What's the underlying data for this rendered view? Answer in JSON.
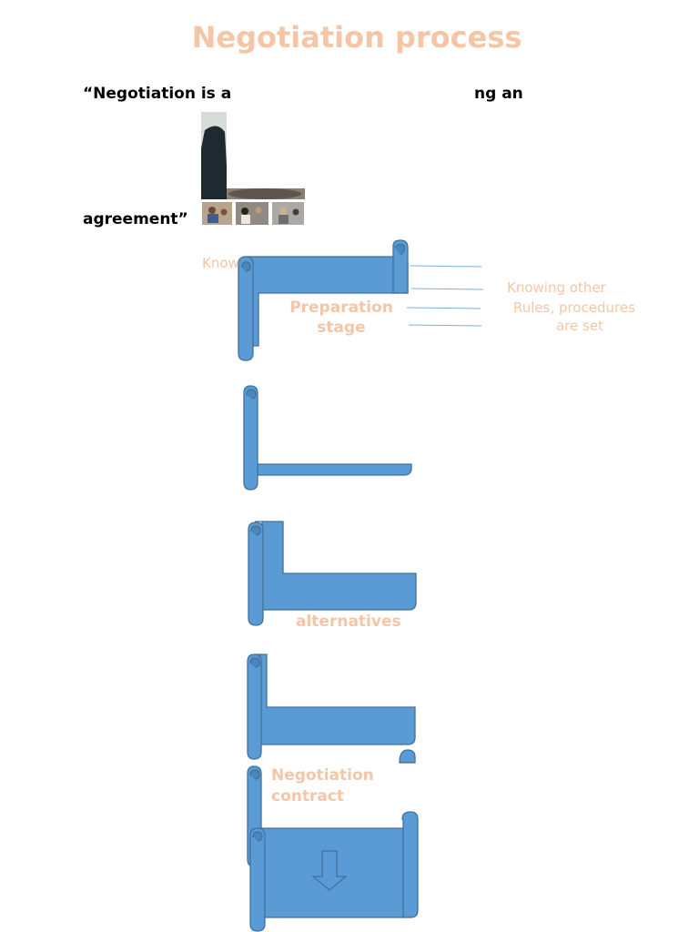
{
  "title": "Negotiation process",
  "quote": {
    "line1_start": "“Negotiation is a",
    "line1_end": "ng an",
    "line2": "agreement”"
  },
  "labels": {
    "kno_fragment": "Know",
    "knowing_other": "Knowing other",
    "rules_line1": "Rules, procedures",
    "rules_line2": "are set",
    "preparation": "Preparation stage",
    "alternatives": "alternatives",
    "contract_line1": "Negotiation",
    "contract_line2": "contract"
  },
  "colors": {
    "scroll_fill": "#5b9bd5",
    "scroll_stroke": "#41719c",
    "accent_text": "#f5c6a5"
  },
  "icons": [
    "down-arrow-icon"
  ]
}
